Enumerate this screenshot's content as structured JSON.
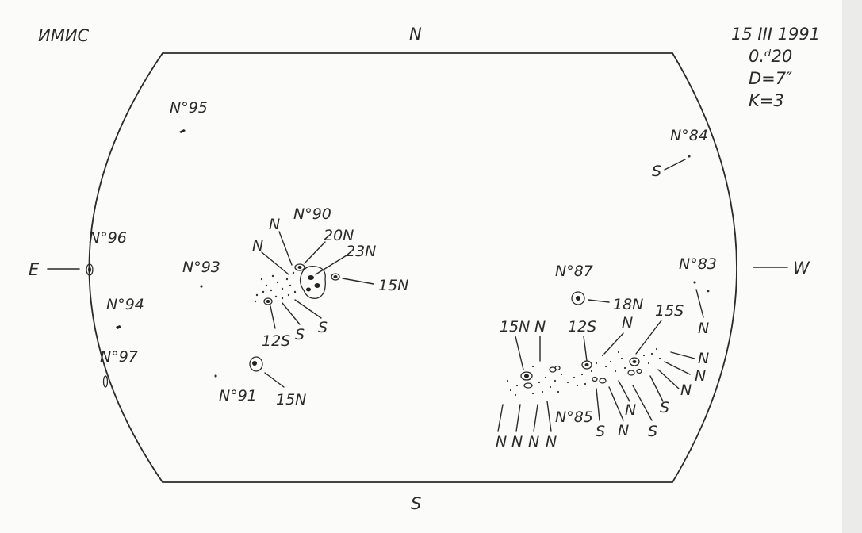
{
  "observatory": "ИМИС",
  "info": {
    "date": "15 III 1991",
    "time": "0.ᵈ20",
    "diameter": "D=7″",
    "k": "K=3"
  },
  "compass": {
    "north": "N",
    "south": "S",
    "east": "E",
    "west": "W"
  },
  "groups": {
    "g95": "N°95",
    "g84": "N°84",
    "g84_s": "S",
    "g96": "N°96",
    "g93": "N°93",
    "g94": "N°94",
    "g97": "N°97",
    "g90": "N°90",
    "g90_n1": "N",
    "g90_n2": "N",
    "g90_20n": "20N",
    "g90_23n": "23N",
    "g90_15n": "15N",
    "g90_12s": "12S",
    "g90_s1": "S",
    "g90_s2": "S",
    "g91": "N°91",
    "g91_15n": "15N",
    "g87": "N°87",
    "g87_18n": "18N",
    "g83": "N°83",
    "g83_n": "N",
    "g85": "N°85",
    "g85_15n": "15N",
    "g85_n_top": "N",
    "g85_12s": "12S",
    "g85_n_mid": "N",
    "g85_15s": "15S",
    "g85_n_r1": "N",
    "g85_n_r2": "N",
    "g85_n_r3": "N",
    "g85_s_r": "S",
    "g85_b1": "N",
    "g85_b2": "N",
    "g85_b3": "N",
    "g85_b4": "N",
    "g85_b5": "S",
    "g85_b6": "N",
    "g85_b7": "S"
  }
}
